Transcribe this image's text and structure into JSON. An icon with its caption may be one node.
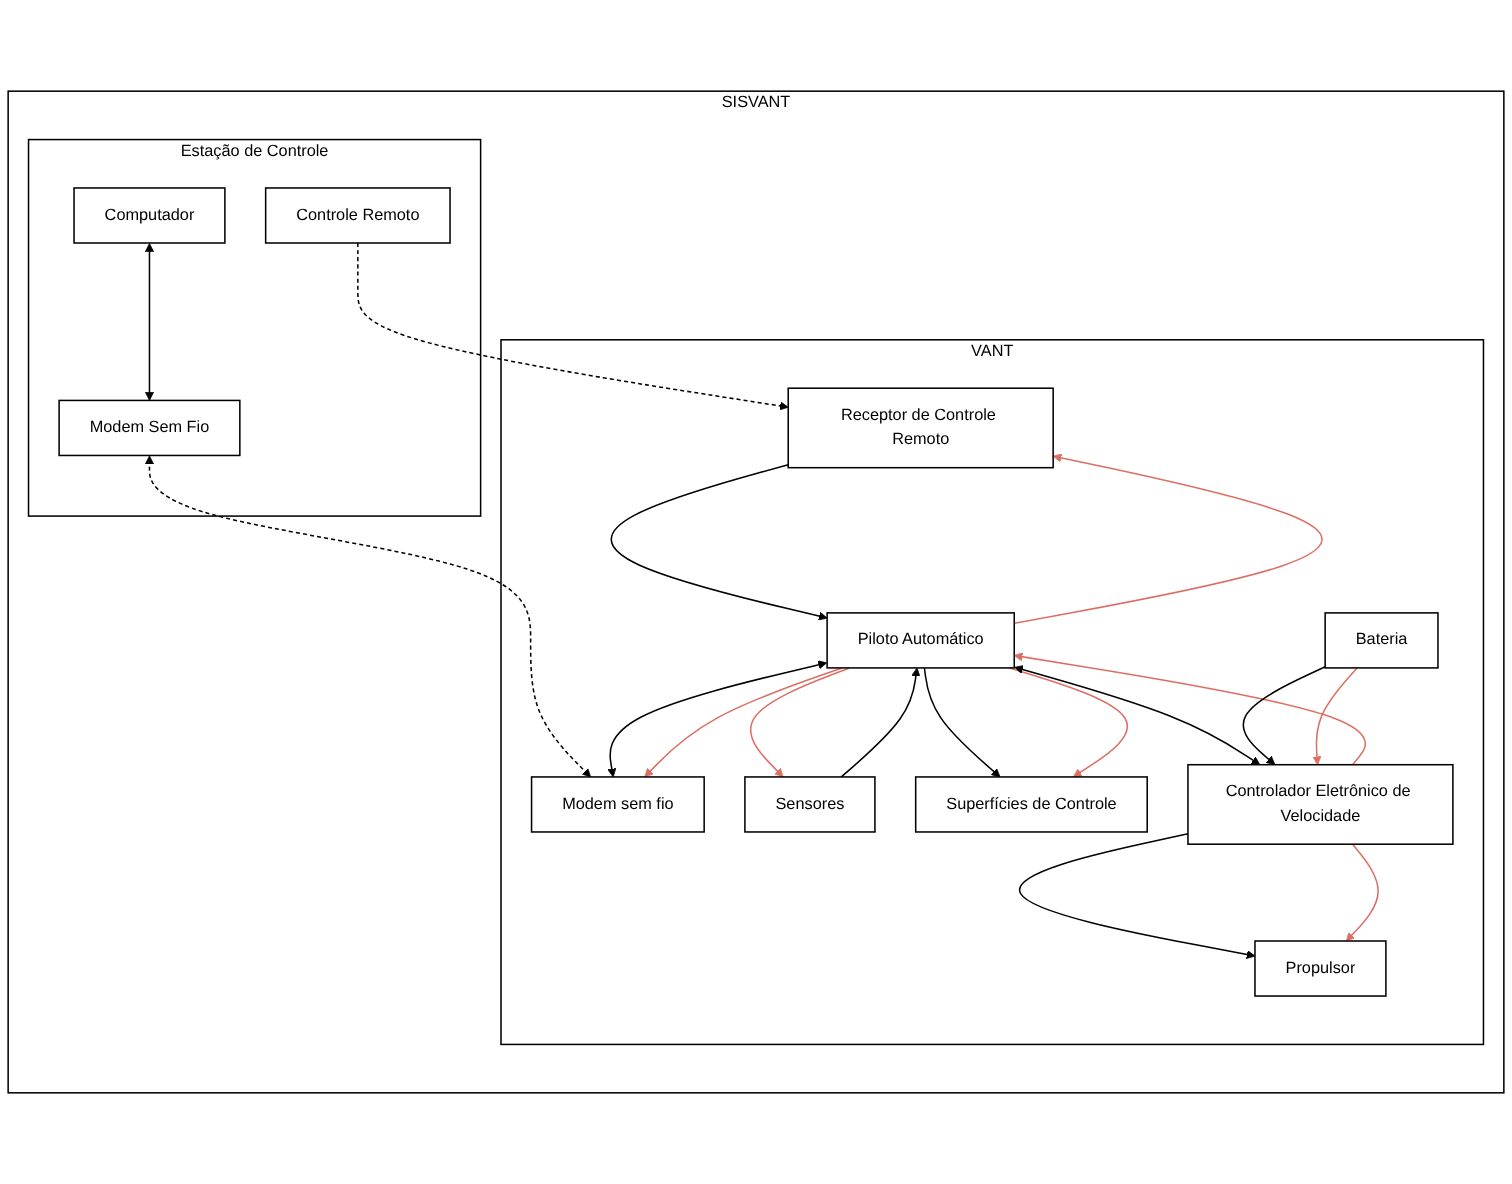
{
  "diagram": {
    "nodes": [
      {
        "text": [
          "SISVANT"
        ]
      },
      {
        "text": [
          "Estação de Controle"
        ],
        "in": 0
      },
      {
        "text": [
          "Controle Remoto"
        ],
        "in": 1
      },
      {
        "text": [
          "Computador"
        ],
        "in": 1
      },
      {
        "text": [
          "Modem Sem Fio"
        ],
        "in": 1
      },
      {
        "text": [
          "VANT"
        ],
        "in": 0
      },
      {
        "text": [
          "Receptor de Controle Remoto"
        ],
        "in": 5
      },
      {
        "text": [
          "Modem sem fio"
        ],
        "in": 5
      },
      {
        "text": [
          "Sensores"
        ],
        "in": 5
      },
      {
        "text": [
          "Piloto Automático"
        ],
        "in": 5
      },
      {
        "text": [
          "Superfícies de Controle"
        ],
        "in": 5
      },
      {
        "text": [
          "Bateria"
        ],
        "in": 5
      },
      {
        "text": [
          "Controlador Eletrônico de Velocidade"
        ],
        "in": 5
      },
      {
        "text": [
          "Propulsor"
        ],
        "in": 5
      }
    ],
    "edges": [
      {
        "from": 3,
        "to": 4,
        "arrow": "both"
      },
      {
        "from": 2,
        "to": 6,
        "arrow": "to",
        "style": "dashed"
      },
      {
        "from": 4,
        "to": 7,
        "arrow": "both",
        "style": "dashed"
      },
      {
        "from": 6,
        "to": 9,
        "arrow": "to"
      },
      {
        "from": 9,
        "to": 6,
        "arrow": "to",
        "color": "#dd6e64"
      },
      {
        "from": 9,
        "to": 7,
        "arrow": "both"
      },
      {
        "from": 9,
        "to": 7,
        "arrow": "to",
        "color": "#dd6e64"
      },
      {
        "from": 8,
        "to": 9,
        "arrow": "to"
      },
      {
        "from": 9,
        "to": 8,
        "arrow": "to",
        "color": "#dd6e64"
      },
      {
        "from": 9,
        "to": 10,
        "arrow": "to"
      },
      {
        "from": 9,
        "to": 10,
        "arrow": "to",
        "color": "#dd6e64"
      },
      {
        "from": 9,
        "to": 12,
        "arrow": "both"
      },
      {
        "from": 12,
        "to": 9,
        "arrow": "to",
        "color": "#dd6e64"
      },
      {
        "from": 11,
        "to": 12,
        "arrow": "to"
      },
      {
        "from": 11,
        "to": 12,
        "arrow": "to",
        "color": "#dd6e64"
      },
      {
        "from": 12,
        "to": 13,
        "arrow": "to"
      },
      {
        "from": 12,
        "to": 13,
        "arrow": "to",
        "color": "#dd6e64"
      }
    ]
  }
}
